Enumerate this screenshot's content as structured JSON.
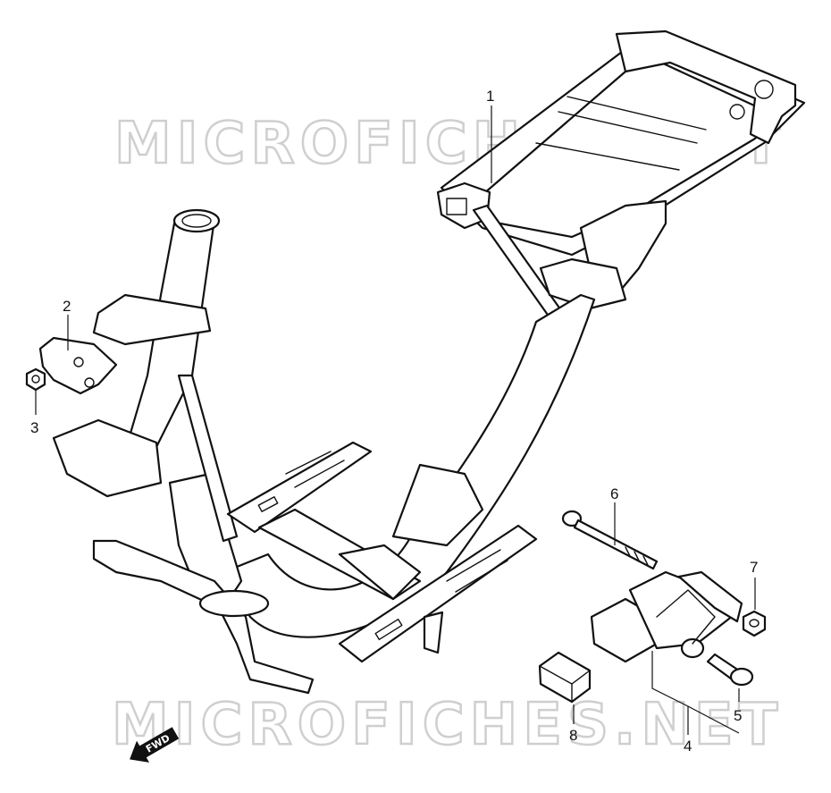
{
  "watermark": {
    "text": "MICROFICHES.NET"
  },
  "direction_badge": {
    "label": "FWD"
  },
  "callouts": [
    {
      "id": "1",
      "label": "1"
    },
    {
      "id": "2",
      "label": "2"
    },
    {
      "id": "3",
      "label": "3"
    },
    {
      "id": "4",
      "label": "4"
    },
    {
      "id": "5",
      "label": "5"
    },
    {
      "id": "6",
      "label": "6"
    },
    {
      "id": "7",
      "label": "7"
    },
    {
      "id": "8",
      "label": "8"
    }
  ]
}
